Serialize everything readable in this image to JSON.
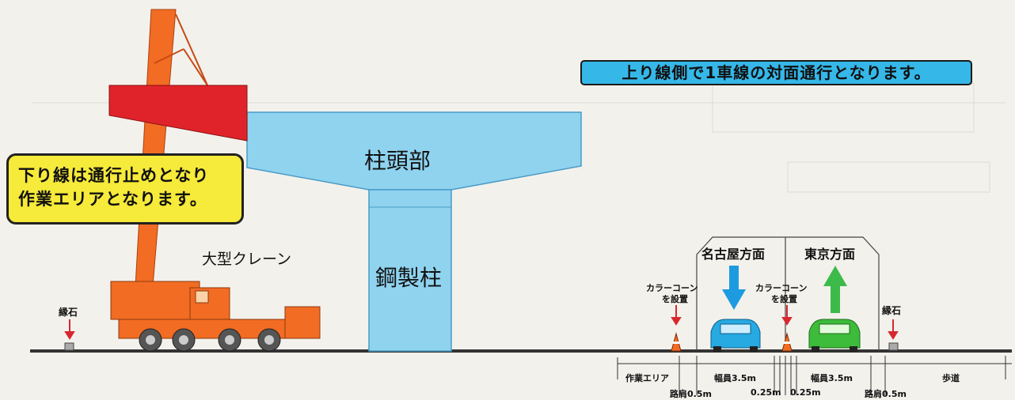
{
  "notes": {
    "left_line1": "下り線は通行止めとなり",
    "left_line2": "作業エリアとなります。",
    "right": "上り線側で1車線の対面通行となります。"
  },
  "labels": {
    "pier_head": "柱頭部",
    "steel_column": "鋼製柱",
    "crane": "大型クレーン",
    "curb_left": "縁石",
    "curb_right": "縁石",
    "lane_nagoya": "名古屋方面",
    "lane_tokyo": "東京方面",
    "cone_left_line1": "カラーコーン",
    "cone_left_line2": "を設置",
    "cone_right_line1": "カラーコーン",
    "cone_right_line2": "を設置"
  },
  "dimensions": {
    "work_area": "作業エリア",
    "lane_width_1": "幅員3.5m",
    "lane_width_2": "幅員3.5m",
    "sidewalk": "歩道",
    "shoulder_left": "路肩0.5m",
    "gap_1": "0.25m",
    "gap_2": "0.25m",
    "shoulder_right": "路肩0.5m"
  },
  "colors": {
    "pier": "#8fd3ef",
    "pier_edge": "#4a9cc7",
    "crane": "#f26c23",
    "crane_block": "#e0232a",
    "arrow_blue": "#1e9be0",
    "arrow_green": "#3dbb4a",
    "car_blue": "#27a9e1",
    "car_green": "#3dbb3a",
    "ground": "#333333",
    "note_yellow": "#f6ea3a",
    "note_blue": "#35b7e8"
  }
}
